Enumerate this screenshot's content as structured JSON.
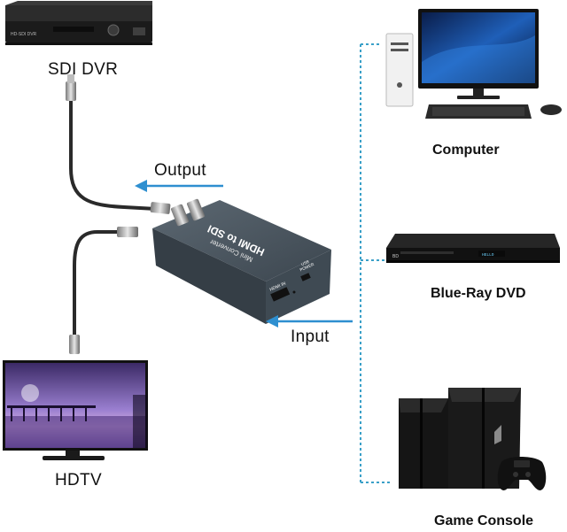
{
  "labels": {
    "sdi_dvr": "SDI DVR",
    "output": "Output",
    "input": "Input",
    "hdtv": "HDTV",
    "computer": "Computer",
    "blu_ray": "Blue-Ray DVD",
    "game_console": "Game Console"
  },
  "device_text": {
    "converter_brand": "Mini Converter",
    "converter_title": "HDMI to SDI",
    "hdmi_port": "HDMI IN",
    "usb_port_line1": "USB",
    "usb_port_line2": "POWER",
    "dvr_badge": "HD-SDI DVR",
    "bluray_badge": "BD",
    "bluray_display": "HELLO"
  },
  "colors": {
    "arrow_blue": "#2e8fd0",
    "dotted_line": "#3aa0c8",
    "converter_body": "#4d5862",
    "cable": "#2a2a2a"
  }
}
